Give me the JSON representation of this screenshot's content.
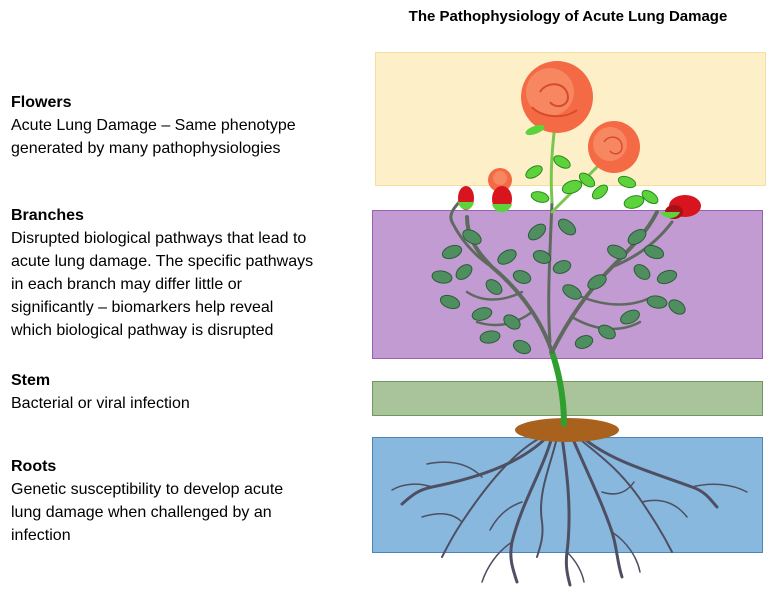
{
  "title": "The Pathophysiology of Acute Lung Damage",
  "sections": {
    "flowers": {
      "heading": "Flowers",
      "lines": [
        "Acute Lung Damage – Same phenotype",
        "generated by many pathophysiologies"
      ]
    },
    "branches": {
      "heading": "Branches",
      "lines": [
        "Disrupted biological pathways that lead to",
        "acute lung damage. The specific pathways",
        "in each branch may differ little or",
        "significantly – biomarkers help reveal",
        "which biological pathway is disrupted"
      ]
    },
    "stem": {
      "heading": "Stem",
      "lines": [
        "Bacterial or viral infection"
      ]
    },
    "roots": {
      "heading": "Roots",
      "lines": [
        "Genetic susceptibility to develop acute",
        "lung damage when challenged by an",
        "infection"
      ]
    }
  },
  "colors": {
    "flowers_band": "#fdf0c8",
    "branches_band": "#c39bd3",
    "stem_band": "#a9c49a",
    "roots_band": "#88b8dd",
    "stem_green": "#2fa02f",
    "leaf": "#4f8f5f",
    "rose_orange": "#f36a45",
    "bud_red": "#d8141e",
    "soil": "#a8621e",
    "root": "#4e4f62"
  }
}
